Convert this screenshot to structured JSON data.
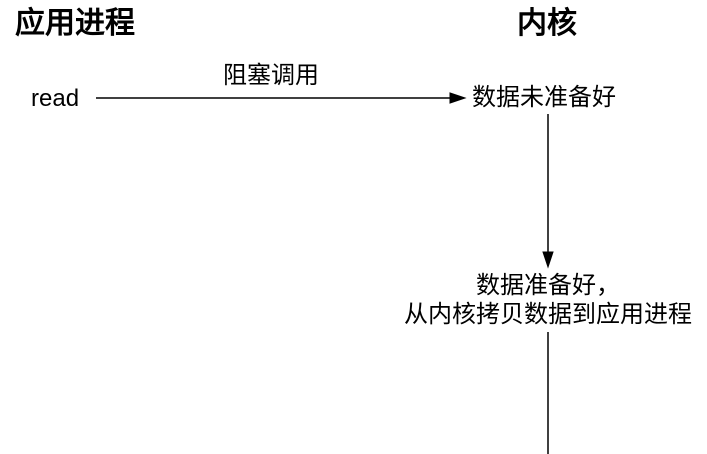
{
  "diagram": {
    "kind": "blocking-io-flow",
    "columns": {
      "left_heading": "应用进程",
      "right_heading": "内核"
    },
    "labels": {
      "read_call": "read",
      "blocking_call": "阻塞调用",
      "data_not_ready": "数据未准备好",
      "data_ready_line1": "数据准备好，",
      "data_ready_line2": "从内核拷贝数据到应用进程"
    },
    "colors": {
      "background": "#ffffff",
      "text": "#000000",
      "line": "#000000"
    }
  }
}
